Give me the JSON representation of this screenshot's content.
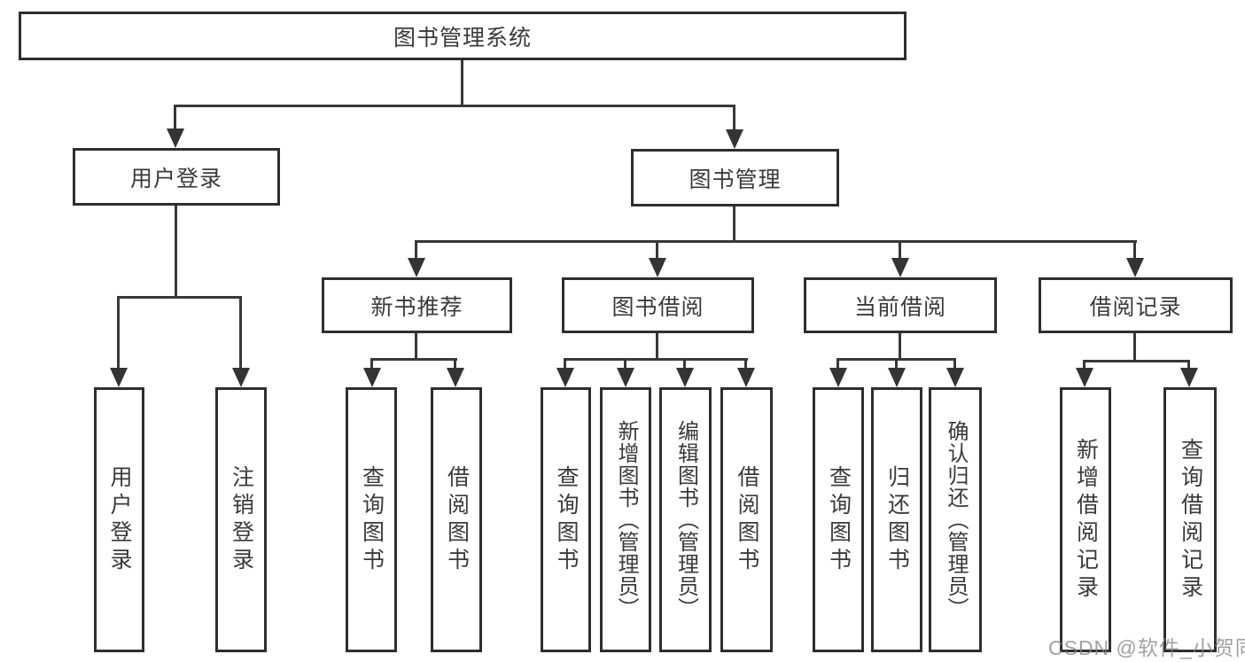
{
  "diagram": {
    "root": "图书管理系统",
    "level2": [
      {
        "label": "用户登录",
        "leaves": [
          "用户登录",
          "注销登录"
        ]
      },
      {
        "label": "图书管理",
        "children": [
          {
            "label": "新书推荐",
            "leaves": [
              "查询图书",
              "借阅图书"
            ]
          },
          {
            "label": "图书借阅",
            "leaves": [
              "查询图书",
              "新增图书（管理员）",
              "编辑图书（管理员）",
              "借阅图书"
            ]
          },
          {
            "label": "当前借阅",
            "leaves": [
              "查询图书",
              "归还图书",
              "确认归还（管理员）"
            ]
          },
          {
            "label": "借阅记录",
            "leaves": [
              "新增借阅记录",
              "查询借阅记录"
            ]
          }
        ]
      }
    ]
  },
  "watermark": {
    "text": "CSDN @软件_小贺同学"
  },
  "colors": {
    "line": "#383838",
    "border": "#2e2e2e",
    "text": "#3a3a3a",
    "watermark": "#828282",
    "background": "#ffffff"
  }
}
